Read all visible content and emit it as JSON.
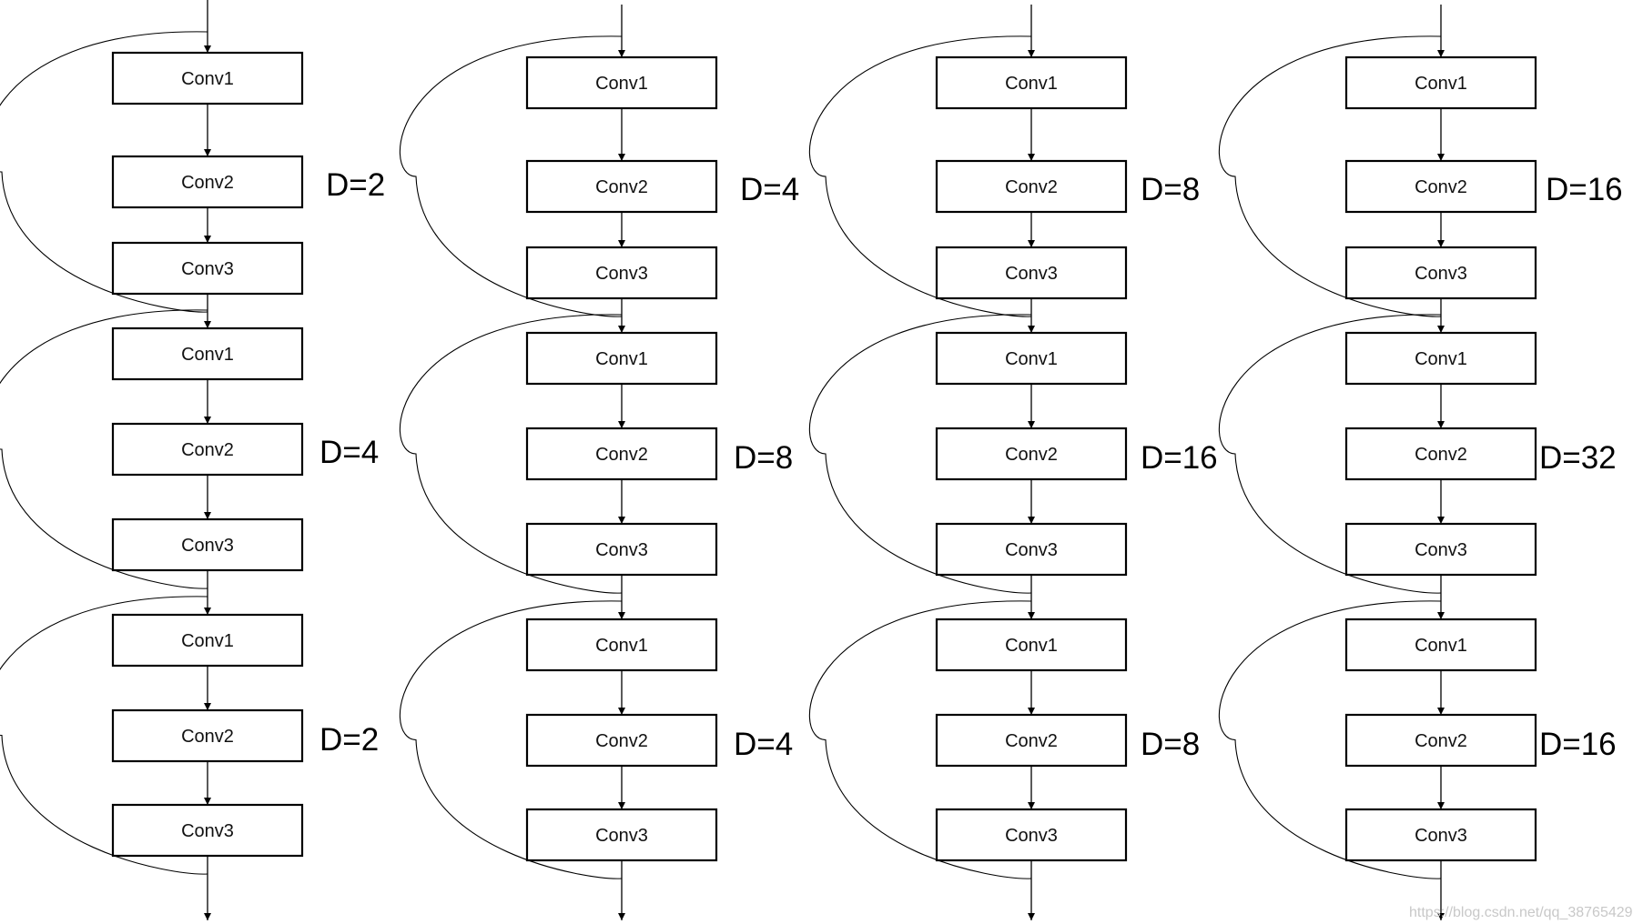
{
  "columns": [
    {
      "blocks": [
        {
          "layers": [
            "Conv1",
            "Conv2",
            "Conv3"
          ],
          "dilation": "D=2"
        },
        {
          "layers": [
            "Conv1",
            "Conv2",
            "Conv3"
          ],
          "dilation": "D=4"
        },
        {
          "layers": [
            "Conv1",
            "Conv2",
            "Conv3"
          ],
          "dilation": "D=2"
        }
      ]
    },
    {
      "blocks": [
        {
          "layers": [
            "Conv1",
            "Conv2",
            "Conv3"
          ],
          "dilation": "D=4"
        },
        {
          "layers": [
            "Conv1",
            "Conv2",
            "Conv3"
          ],
          "dilation": "D=8"
        },
        {
          "layers": [
            "Conv1",
            "Conv2",
            "Conv3"
          ],
          "dilation": "D=4"
        }
      ]
    },
    {
      "blocks": [
        {
          "layers": [
            "Conv1",
            "Conv2",
            "Conv3"
          ],
          "dilation": "D=8"
        },
        {
          "layers": [
            "Conv1",
            "Conv2",
            "Conv3"
          ],
          "dilation": "D=16"
        },
        {
          "layers": [
            "Conv1",
            "Conv2",
            "Conv3"
          ],
          "dilation": "D=8"
        }
      ]
    },
    {
      "blocks": [
        {
          "layers": [
            "Conv1",
            "Conv2",
            "Conv3"
          ],
          "dilation": "D=16"
        },
        {
          "layers": [
            "Conv1",
            "Conv2",
            "Conv3"
          ],
          "dilation": "D=32"
        },
        {
          "layers": [
            "Conv1",
            "Conv2",
            "Conv3"
          ],
          "dilation": "D=16"
        }
      ]
    }
  ],
  "watermark": "https://blog.csdn.net/qq_38765429"
}
